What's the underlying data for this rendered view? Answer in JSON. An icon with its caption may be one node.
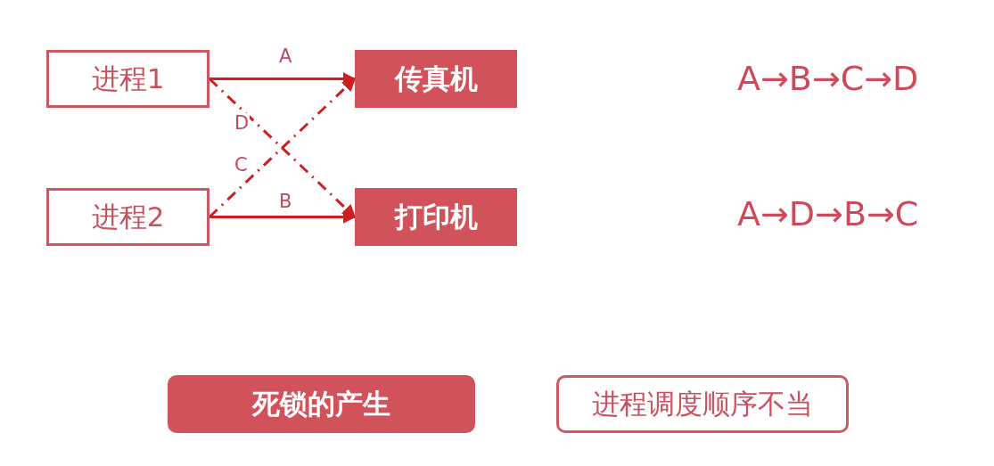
{
  "diagram": {
    "nodes": [
      {
        "text": [
          "进程1"
        ]
      },
      {
        "text": [
          "传真机"
        ]
      },
      {
        "text": [
          "进程2"
        ]
      },
      {
        "text": [
          "打印机"
        ]
      },
      {
        "text": [
          "死锁的产生"
        ]
      },
      {
        "text": [
          "进程调度顺序不当"
        ]
      }
    ],
    "edges": [
      {
        "from": 0,
        "to": 1,
        "arrow": "to",
        "label": "A"
      },
      {
        "from": 2,
        "to": 3,
        "arrow": "to",
        "label": "B"
      },
      {
        "from": 2,
        "to": 1,
        "arrow": "to",
        "label": "C",
        "style": "dashed"
      },
      {
        "from": 0,
        "to": 3,
        "arrow": "to",
        "label": "D",
        "style": "dashed"
      }
    ],
    "labels": [
      "A→B→C→D",
      "A→D→B→C"
    ]
  }
}
